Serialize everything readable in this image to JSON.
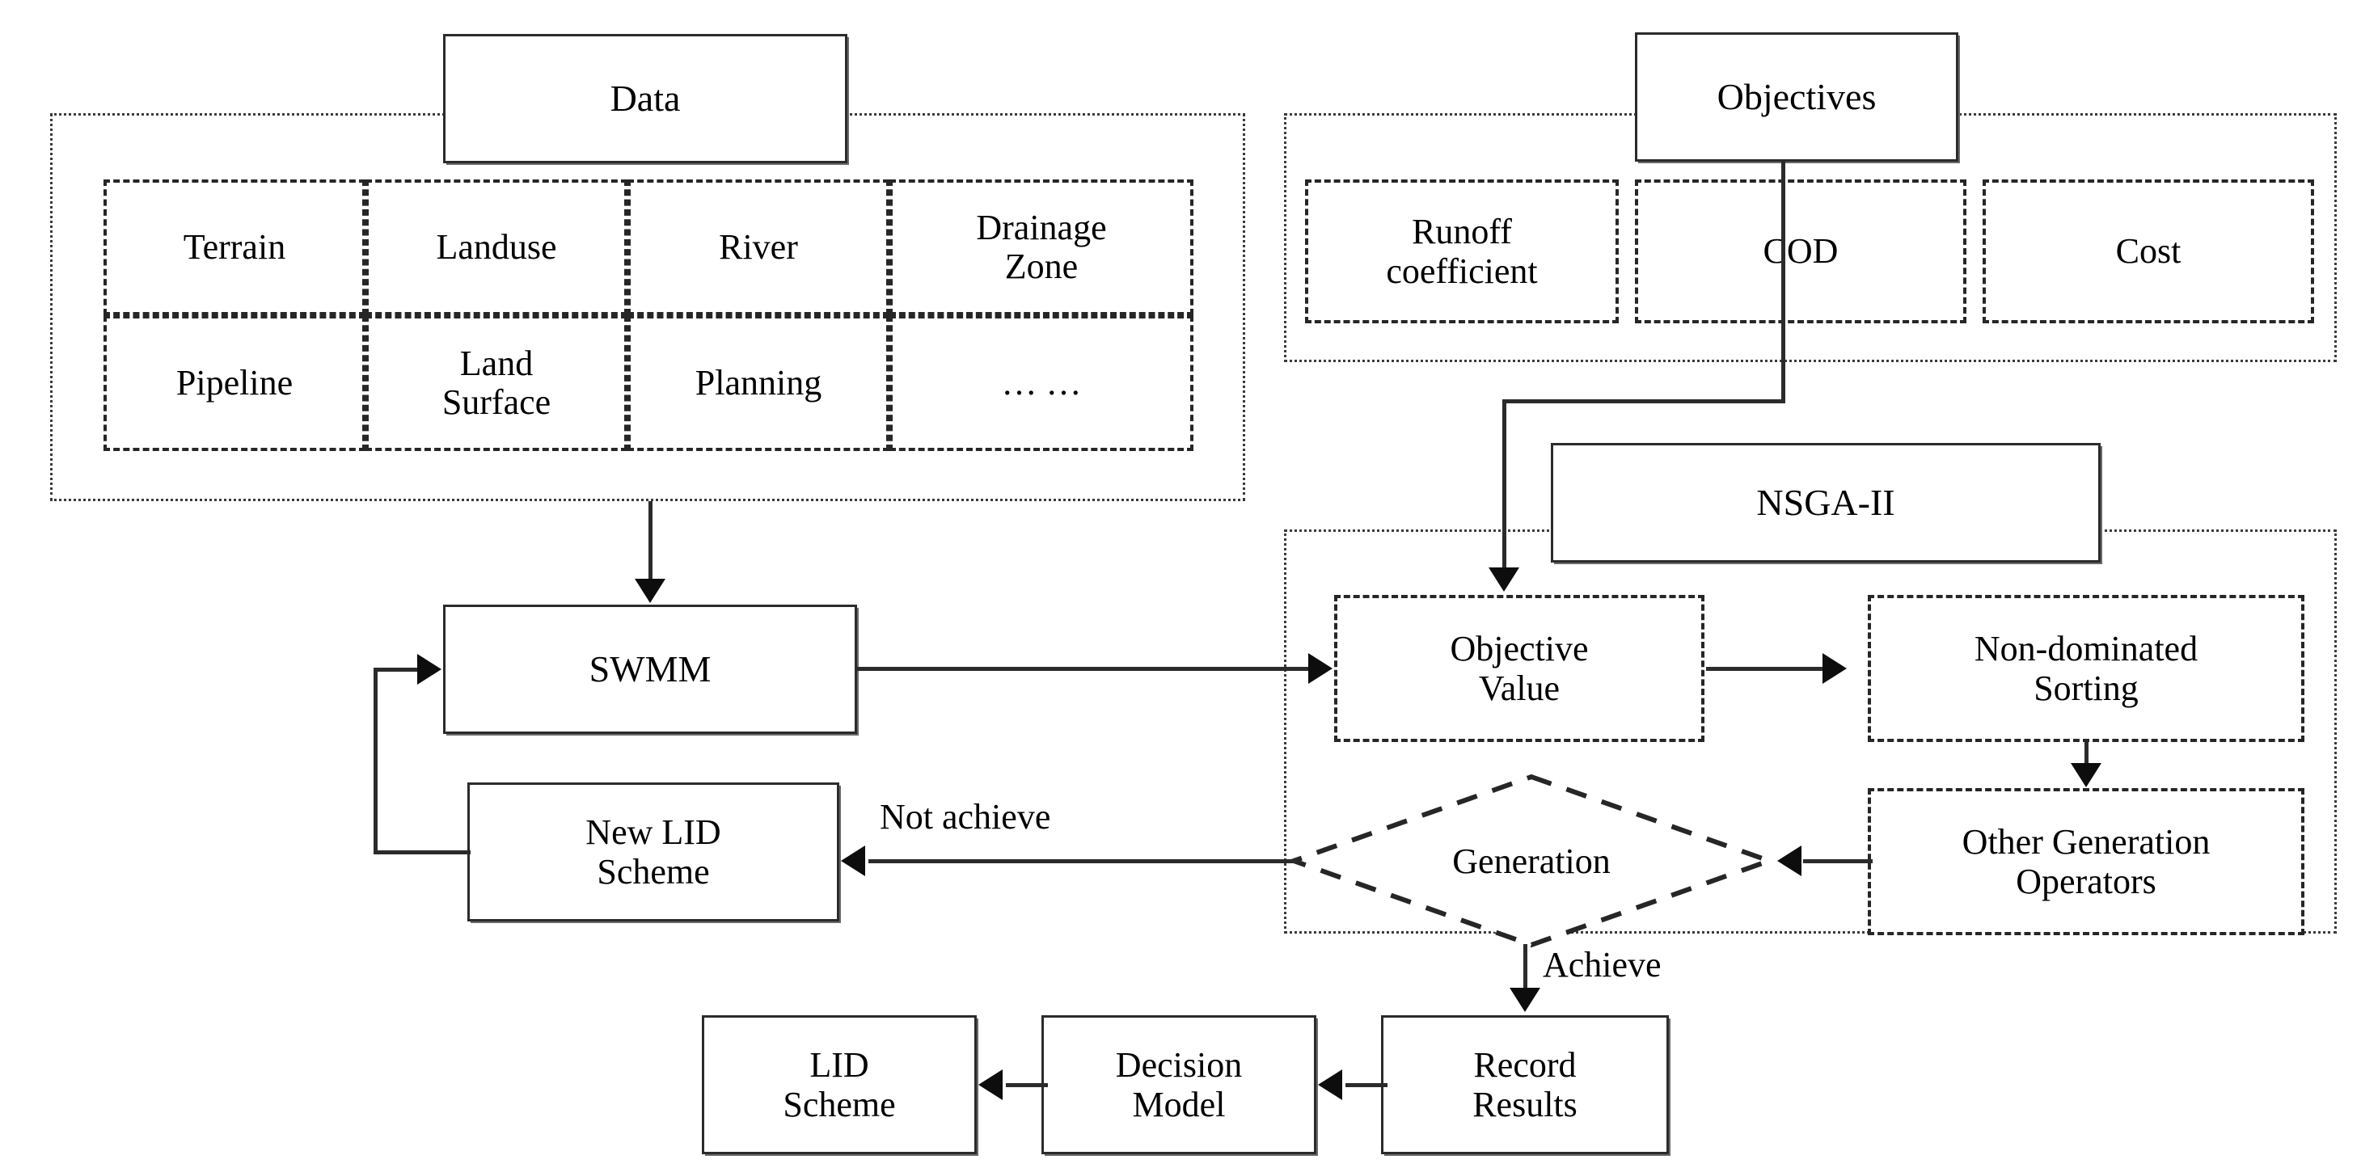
{
  "diagram": {
    "title_visible": false,
    "type": "flowchart",
    "groups": {
      "data_group": {
        "name": "Data group",
        "style": "dotted"
      },
      "objectives_group": {
        "name": "Objectives group",
        "style": "dotted"
      },
      "nsga_group": {
        "name": "NSGA-II group",
        "style": "dotted"
      }
    },
    "data_block": {
      "header": "Data",
      "cells": [
        {
          "label": "Terrain"
        },
        {
          "label": "Landuse"
        },
        {
          "label": "River"
        },
        {
          "label": "Drainage\nZone"
        },
        {
          "label": "Pipeline"
        },
        {
          "label": "Land\nSurface"
        },
        {
          "label": "Planning"
        },
        {
          "label": "… …"
        }
      ]
    },
    "objectives_block": {
      "header": "Objectives",
      "cells": [
        {
          "label": "Runoff\ncoefficient"
        },
        {
          "label": "COD"
        },
        {
          "label": "Cost"
        }
      ]
    },
    "nsga_block": {
      "header": "NSGA-II",
      "objective_value": "Objective\nValue",
      "non_dominated_sorting": "Non-dominated\nSorting",
      "other_generation_operators": "Other Generation\nOperators",
      "generation_decision": "Generation"
    },
    "model_block": {
      "swmm": "SWMM",
      "new_lid_scheme": "New LID\nScheme"
    },
    "results_block": {
      "record_results": "Record\nResults",
      "decision_model": "Decision\nModel",
      "lid_scheme": "LID\nScheme"
    },
    "edge_labels": {
      "not_achieve": "Not achieve",
      "achieve": "Achieve"
    },
    "colors": {
      "stroke": "#2b2b2b",
      "dashed_stroke": "#262626",
      "dotted_stroke": "#3a3a3a",
      "background": "#ffffff",
      "text": "#000000"
    }
  }
}
